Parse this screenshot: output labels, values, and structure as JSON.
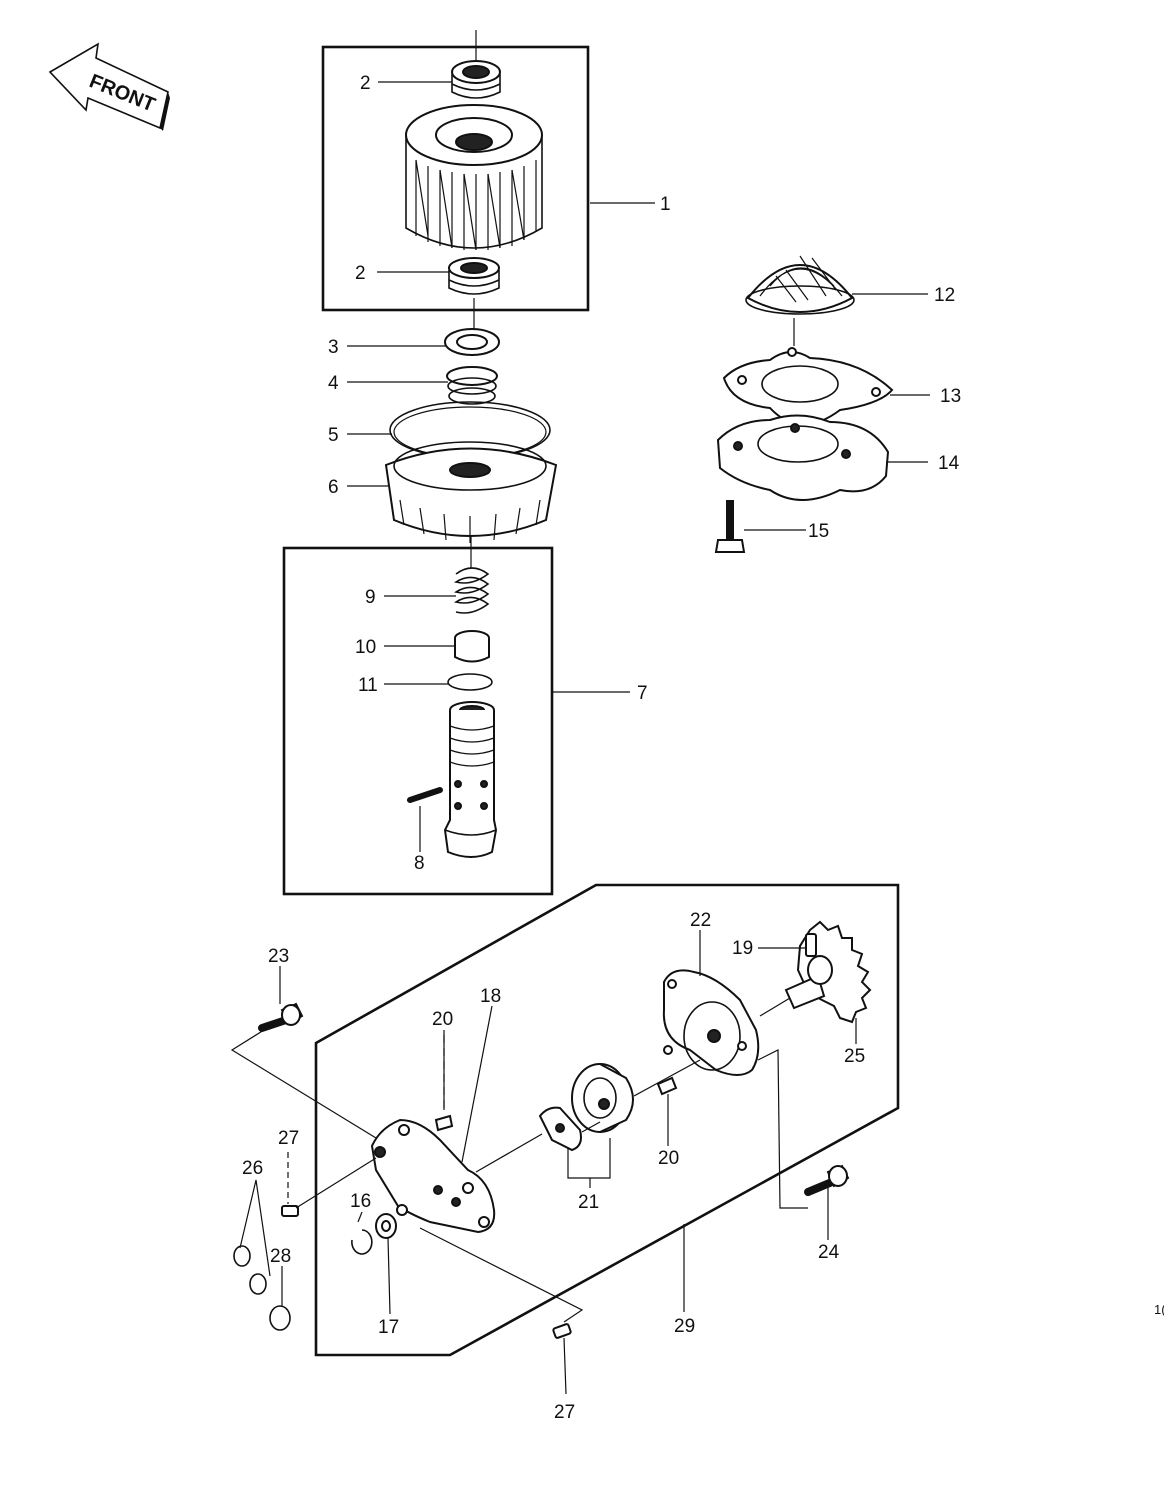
{
  "direction_label": "FRONT",
  "callouts": [
    "1",
    "2",
    "2",
    "3",
    "4",
    "5",
    "6",
    "7",
    "8",
    "9",
    "10",
    "11",
    "12",
    "13",
    "14",
    "15",
    "16",
    "17",
    "18",
    "19",
    "20",
    "20",
    "21",
    "22",
    "23",
    "24",
    "25",
    "26",
    "27",
    "27",
    "28",
    "29"
  ],
  "edge_text": "1("
}
